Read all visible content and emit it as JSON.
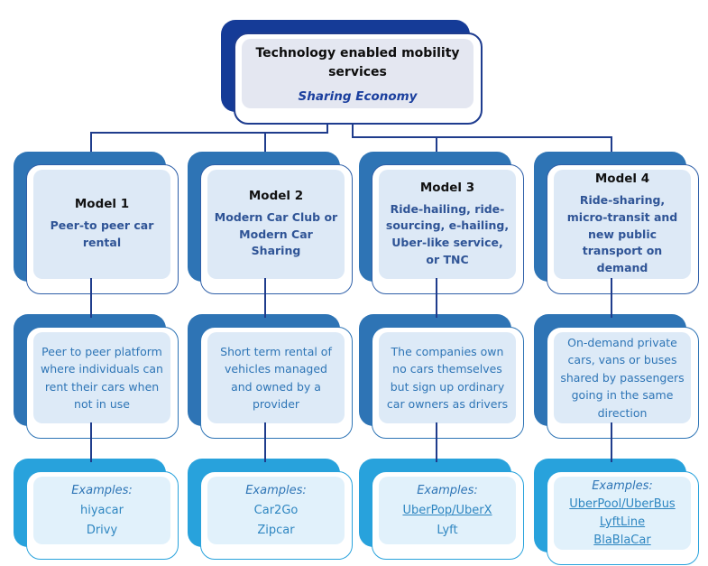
{
  "root": {
    "title": "Technology enabled mobility services",
    "subtitle": "Sharing Economy"
  },
  "columns": [
    {
      "model_label": "Model 1",
      "model_name": "Peer-to peer car rental",
      "description": "Peer to peer platform where individuals can rent their cars when not in use",
      "examples_label": "Examples:",
      "examples": [
        {
          "text": "hiyacar",
          "underline": false
        },
        {
          "text": "Drivy",
          "underline": false
        }
      ]
    },
    {
      "model_label": "Model 2",
      "model_name": "Modern Car Club or Modern Car Sharing",
      "description": "Short term rental of vehicles managed and owned by a provider",
      "examples_label": "Examples:",
      "examples": [
        {
          "text": "Car2Go",
          "underline": false
        },
        {
          "text": "Zipcar",
          "underline": false
        }
      ]
    },
    {
      "model_label": "Model 3",
      "model_name": "Ride-hailing, ride-sourcing, e-hailing, Uber-like service, or TNC",
      "description": "The companies own no cars themselves but sign up ordinary car owners as drivers",
      "examples_label": "Examples:",
      "examples": [
        {
          "text": "UberPop/UberX",
          "underline": true
        },
        {
          "text": "Lyft",
          "underline": false
        }
      ]
    },
    {
      "model_label": "Model 4",
      "model_name": "Ride-sharing, micro-transit and new public transport on demand",
      "description": "On-demand private cars, vans or buses shared by passengers going in the same direction",
      "examples_label": "Examples:",
      "examples": [
        {
          "text": "UberPool/UberBus",
          "underline": true
        },
        {
          "text": "LyftLine",
          "underline": true
        },
        {
          "text": "BlaBlaCar",
          "underline": true
        }
      ]
    }
  ],
  "colors": {
    "top_shadow": "#153B97",
    "top_border": "#1E3C8F",
    "top_fill": "#E4E7F1",
    "title_color": "#0D0D0D",
    "subtitle_color": "#1B3F9E",
    "model_shadow": "#2E74B5",
    "model_border": "#2E5FA8",
    "model_fill": "#DDE9F6",
    "model_label_color": "#111111",
    "model_name_color": "#2F5496",
    "desc_shadow": "#2E74B5",
    "desc_border": "#2E74B5",
    "desc_fill": "#DDEAF7",
    "desc_text_color": "#2E75B6",
    "ex_shadow": "#28A2DC",
    "ex_border": "#28A2DC",
    "ex_fill": "#E1F1FB",
    "ex_label_color": "#2E75B6",
    "ex_item_color": "#2E86C1",
    "connector": "#1F3C8C"
  }
}
